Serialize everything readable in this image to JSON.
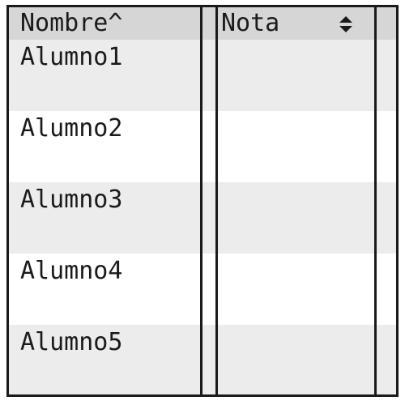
{
  "table": {
    "columns": [
      {
        "label": "Nombre^",
        "sorted": "ascending"
      },
      {
        "label": "Nota",
        "sort_icon": "sort-updown-icon"
      }
    ],
    "rows": [
      {
        "nombre": "Alumno1",
        "nota": ""
      },
      {
        "nombre": "Alumno2",
        "nota": ""
      },
      {
        "nombre": "Alumno3",
        "nota": ""
      },
      {
        "nombre": "Alumno4",
        "nota": ""
      },
      {
        "nombre": "Alumno5",
        "nota": ""
      }
    ]
  },
  "colors": {
    "border": "#1a1a1a",
    "header_bg": "#d6d6d6",
    "row_alt_bg": "#ececec",
    "row_bg": "#ffffff"
  }
}
